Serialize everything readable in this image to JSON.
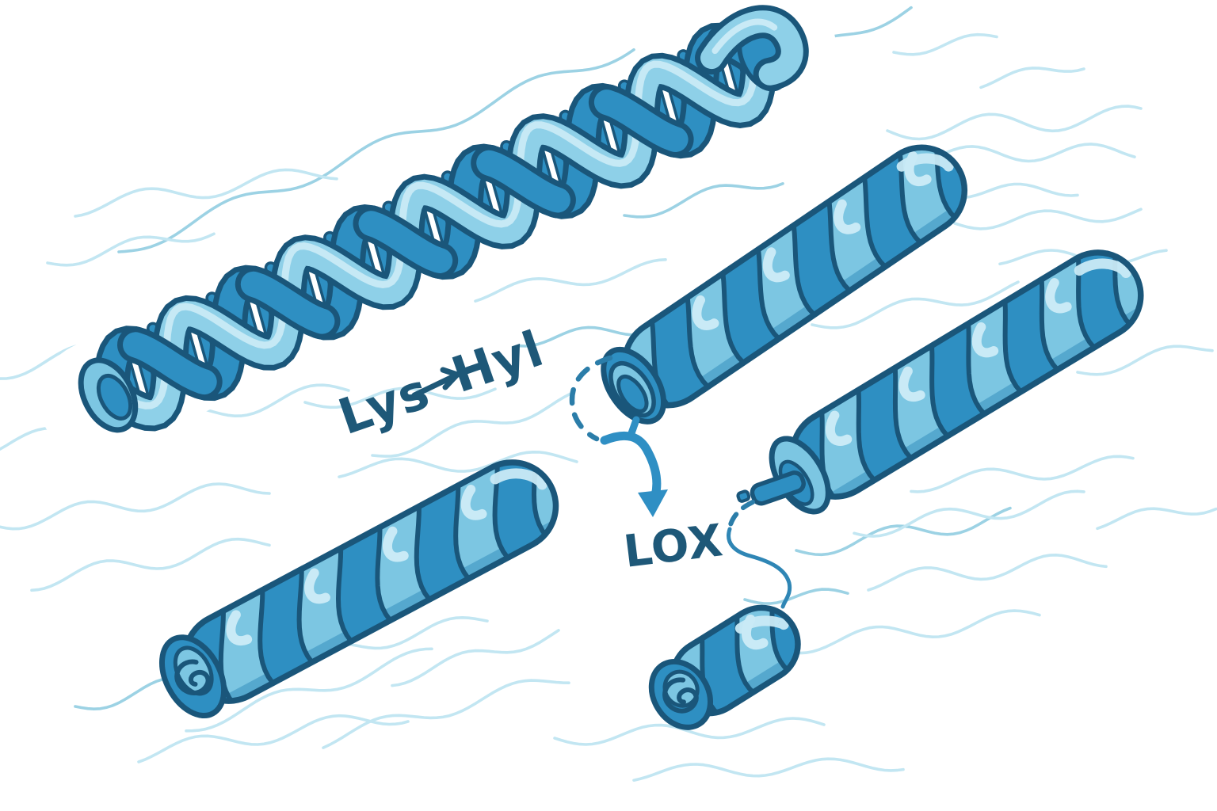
{
  "labels": {
    "lys": "Lys",
    "hyl": "Hyl",
    "lox": "LOX"
  },
  "icons": {
    "reaction_arrow": "right-arrow-icon",
    "process_arrow": "curved-down-arrow-icon",
    "cut_connector_top": "dashed-arc-icon",
    "cut_connector_right": "dashed-arc-icon"
  },
  "palette": {
    "background": "#ffffff",
    "outline": "#1a567a",
    "medium_blue": "#2e8fc2",
    "deep_blue": "#2583b5",
    "light_blue": "#7cc6e2",
    "helix_light": "#8ed0e8",
    "pale_blue": "#c9eaf6",
    "wave_light": "#c2e6f2",
    "wave_mid": "#9cd2e4",
    "text_ink": "#1e5878",
    "dash_blue": "#2b7da9",
    "strand_blue": "#2f86b5",
    "arrow_blue": "#2f8fc4"
  }
}
